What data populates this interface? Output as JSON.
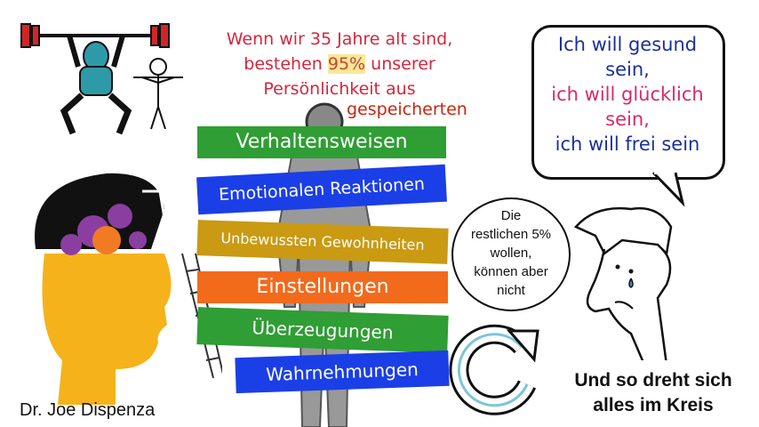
{
  "headline": {
    "line1": "Wenn wir 35 Jahre alt sind,",
    "line2_pre": "bestehen",
    "line2_highlight": "95%",
    "line2_post": "unserer",
    "line3": "Persönlichkeit aus",
    "line4": "gespeicherten"
  },
  "banners": [
    {
      "label": "Verhaltensweisen",
      "color": "#2f9e34"
    },
    {
      "label": "Emotionalen Reaktionen",
      "color": "#1b3fe6"
    },
    {
      "label": "Unbewussten Gewohnheiten",
      "color": "#c99a12"
    },
    {
      "label": "Einstellungen",
      "color": "#f26a1c"
    },
    {
      "label": "Überzeugungen",
      "color": "#2f9e34"
    },
    {
      "label": "Wahrnehmungen",
      "color": "#1b3fe6"
    }
  ],
  "speech_bubble": {
    "lines": [
      {
        "text": "Ich will gesund",
        "color": "#1a2f9e"
      },
      {
        "text": "sein,",
        "color": "#1a2f9e"
      },
      {
        "text": "ich will glücklich",
        "color": "#d42b6a"
      },
      {
        "text": "sein,",
        "color": "#d42b6a"
      },
      {
        "text": "ich will frei sein",
        "color": "#1a2f9e"
      }
    ]
  },
  "thought_circle": {
    "lines": [
      "Die",
      "restlichen 5%",
      "wollen,",
      "können aber",
      "nicht"
    ]
  },
  "caption": {
    "line1": "Und so dreht sich",
    "line2": "alles im Kreis"
  },
  "author": "Dr. Joe Dispenza"
}
